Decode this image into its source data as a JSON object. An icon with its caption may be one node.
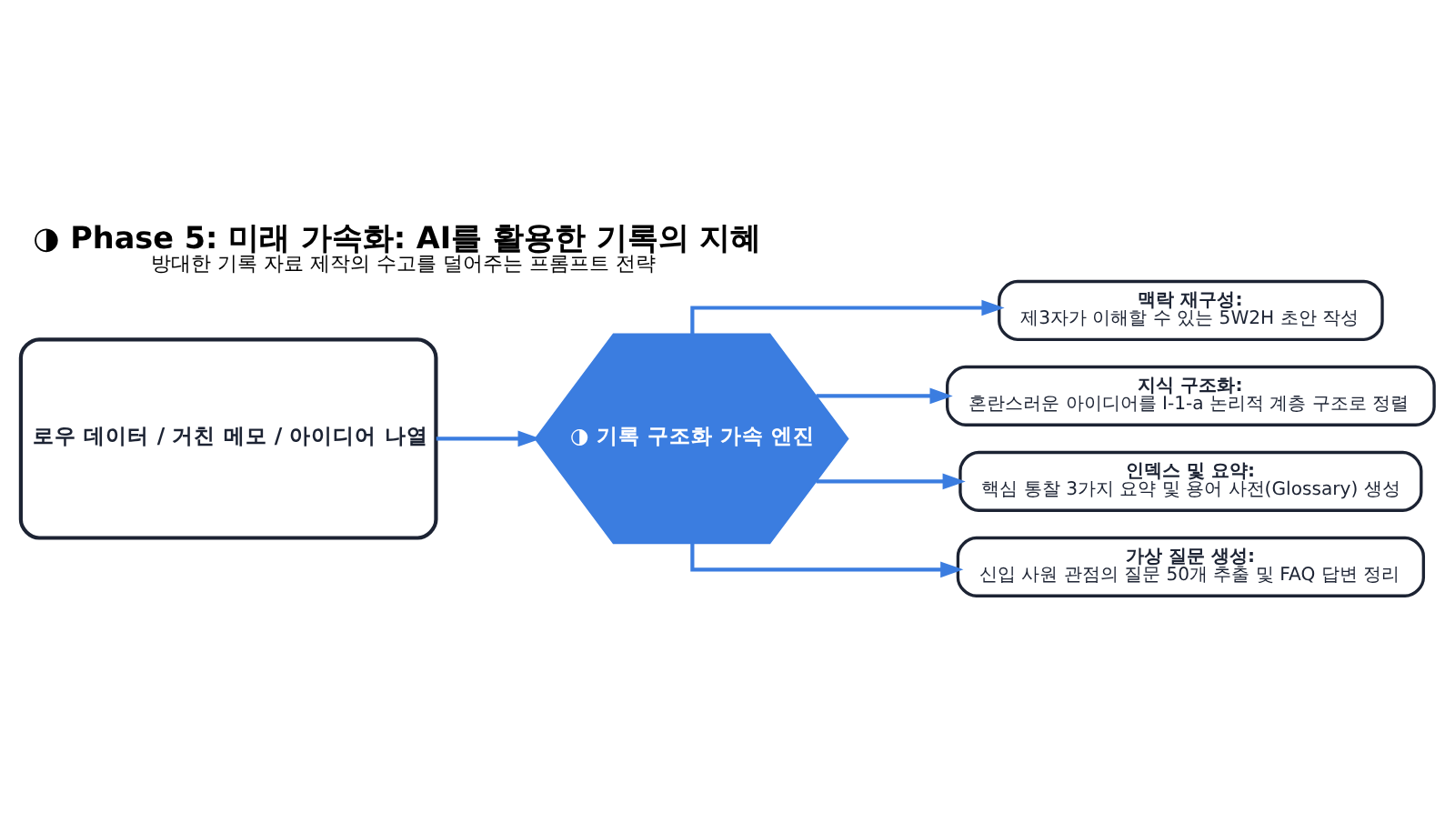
{
  "diagram": {
    "title": "◑ Phase 5: 미래 가속화: AI를 활용한 기록의 지혜",
    "caption": "방대한 기록 자료 제작의 수고를 덜어주는 프롬프트 전략",
    "nodes": [
      {
        "text": [
          "로우 데이터 / 거친 메모 / 아이디어 나열"
        ]
      },
      {
        "text": [
          "◑ 기록 구조화 가속 엔진"
        ]
      },
      {
        "text": [
          "맥락 재구성:",
          "제3자가 이해할 수 있는 5W2H 초안 작성"
        ]
      },
      {
        "text": [
          "지식 구조화:",
          "혼란스러운 아이디어를 I-1-a 논리적 계층 구조로 정렬"
        ]
      },
      {
        "text": [
          "인덱스 및 요약:",
          "핵심 통찰 3가지 요약 및 용어 사전(Glossary) 생성"
        ]
      },
      {
        "text": [
          "가상 질문 생성:",
          "신입 사원 관점의 질문 50개 추출 및 FAQ 답변 정리"
        ]
      }
    ],
    "edges": [
      {
        "from": 0,
        "to": 1,
        "arrow": "to"
      },
      {
        "from": 1,
        "to": 2,
        "arrow": "to"
      },
      {
        "from": 1,
        "to": 3,
        "arrow": "to"
      },
      {
        "from": 1,
        "to": 4,
        "arrow": "to"
      },
      {
        "from": 1,
        "to": 5,
        "arrow": "to"
      }
    ]
  }
}
